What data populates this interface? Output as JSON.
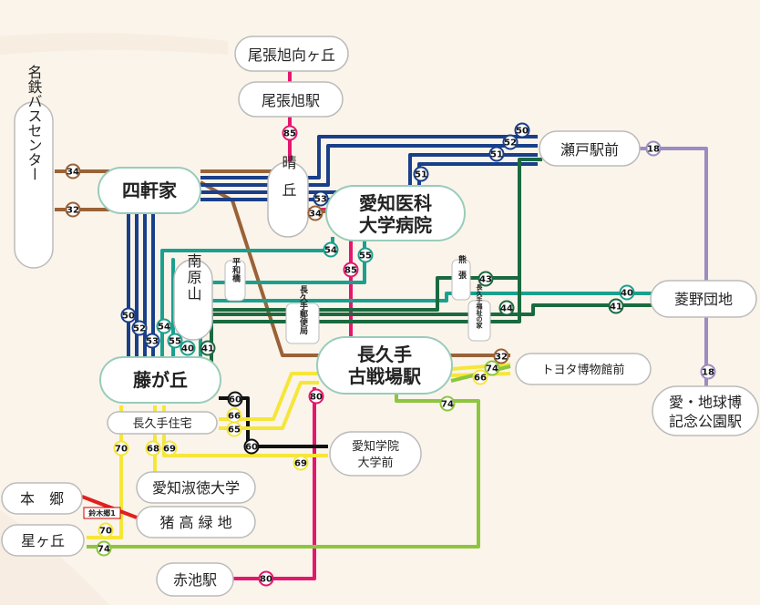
{
  "stations": {
    "owari_asahi_mukaigaoka": "尾張旭向ヶ丘",
    "owari_asahi_eki": "尾張旭駅",
    "meitetsu_bus_center": "名鉄バスセンター",
    "yokkenya": "四軒家",
    "haruoka": "晴丘",
    "aichi_ika": "愛知医科",
    "aichi_ika_2": "大学病院",
    "seto_ekimae": "瀬戸駅前",
    "minami_harayama": "南原山",
    "hishino_danchi": "菱野団地",
    "nagakute_kosenjo_1": "長久手",
    "nagakute_kosenjo_2": "古戦場駅",
    "toyota_museum": "トヨタ博物館前",
    "fujigaoka": "藤が丘",
    "nagakute_jutaku": "長久手住宅",
    "aichi_gakuin_1": "愛知学院",
    "aichi_gakuin_2": "大学前",
    "expo_park_1": "愛・地球博",
    "expo_park_2": "記念公園駅",
    "aichi_shukutoku": "愛知淑徳大学",
    "hongo": "本　郷",
    "inokodaira": "猪 高 緑 地",
    "hoshigaoka": "星ヶ丘",
    "akaike": "赤池駅",
    "heiwabashi": "平和橋",
    "kumahari": "熊張",
    "nagakute_yubinkyoku": "長久手郵便局",
    "nagakute_fukushi": "長久手福祉の家",
    "ika_bus_stop_label": "鈴木郷1"
  },
  "routes": [
    {
      "id": "18",
      "color": "#9b8cc2"
    },
    {
      "id": "32",
      "color": "#9a6237"
    },
    {
      "id": "34",
      "color": "#9a6237"
    },
    {
      "id": "40",
      "color": "#1aa08f"
    },
    {
      "id": "41",
      "color": "#1a6a3f"
    },
    {
      "id": "43",
      "color": "#1a6a3f"
    },
    {
      "id": "44",
      "color": "#1a6a3f"
    },
    {
      "id": "50",
      "color": "#1a3f8a"
    },
    {
      "id": "51",
      "color": "#1a3f8a"
    },
    {
      "id": "52",
      "color": "#1a3f8a"
    },
    {
      "id": "53",
      "color": "#1a3f8a"
    },
    {
      "id": "54",
      "color": "#1aa08f"
    },
    {
      "id": "55",
      "color": "#1aa08f"
    },
    {
      "id": "60",
      "color": "#111111"
    },
    {
      "id": "65",
      "color": "#f5e63a"
    },
    {
      "id": "66",
      "color": "#f5e63a"
    },
    {
      "id": "68",
      "color": "#f5e63a"
    },
    {
      "id": "69",
      "color": "#f5e63a"
    },
    {
      "id": "70",
      "color": "#f5e63a"
    },
    {
      "id": "74",
      "color": "#8cc63f"
    },
    {
      "id": "80",
      "color": "#e4176f"
    },
    {
      "id": "85",
      "color": "#e4176f"
    },
    {
      "id": "1",
      "color": "#e02020"
    }
  ],
  "badges": {
    "b34a": "34",
    "b32a": "32",
    "b85": "85",
    "b50a": "50",
    "b52a": "52",
    "b51a": "51",
    "b18a": "18",
    "b51b": "51",
    "b53": "53",
    "b34b": "34",
    "b54a": "54",
    "b55a": "55",
    "b85b": "85",
    "b43": "43",
    "b40a": "40",
    "b44": "44",
    "b41a": "41",
    "b50b": "50",
    "b52b": "52",
    "b53b": "53",
    "b54b": "54",
    "b55b": "55",
    "b40b": "40",
    "b41b": "41",
    "b32b": "32",
    "b74a": "74",
    "b66a": "66",
    "b18b": "18",
    "b60a": "60",
    "b66b": "66",
    "b65": "65",
    "b80": "80",
    "b74b": "74",
    "b60b": "60",
    "b70a": "70",
    "b68": "68",
    "b69a": "69",
    "b69b": "69",
    "b70b": "70",
    "b74c": "74",
    "b80b": "80"
  }
}
